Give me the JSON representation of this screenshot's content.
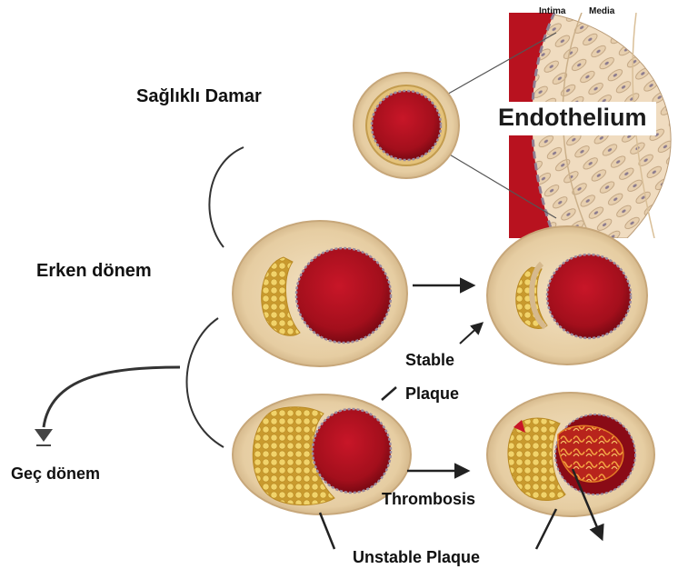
{
  "labels": {
    "healthy_vessel": "Sağlıklı Damar",
    "early_stage": "Erken dönem",
    "late_stage": "Geç dönem",
    "endothelium": "Endothelium",
    "intima": "Intima",
    "media": "Media",
    "stable_plaque_line1": "Stable",
    "stable_plaque_line2": "Plaque",
    "thrombosis": "Thrombosis",
    "unstable_plaque": "Unstable Plaque"
  },
  "colors": {
    "blood": "#a30f1c",
    "blood_dark": "#6e0710",
    "vessel_wall": "#e9d2aa",
    "vessel_wall_dark": "#c7a77a",
    "plaque_fat": "#e0b94a",
    "thrombus": "#d9651c",
    "connector": "#333333"
  }
}
